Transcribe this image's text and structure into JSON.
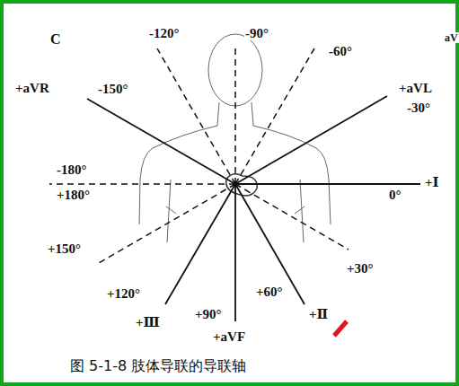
{
  "diagram": {
    "caption": "图 5-1-8 肢体导联的导联轴",
    "labels": [
      "C",
      "-120°",
      "-90°",
      "-60°",
      "aV",
      "+aVR",
      "-150°",
      "+aVL",
      "-30°",
      "-180°",
      "+180°",
      "0°",
      "+Ⅰ",
      "+150°",
      "+30°",
      "+120°",
      "+60°",
      "+90°",
      "+Ⅲ",
      "+Ⅱ",
      "+aVF"
    ]
  }
}
